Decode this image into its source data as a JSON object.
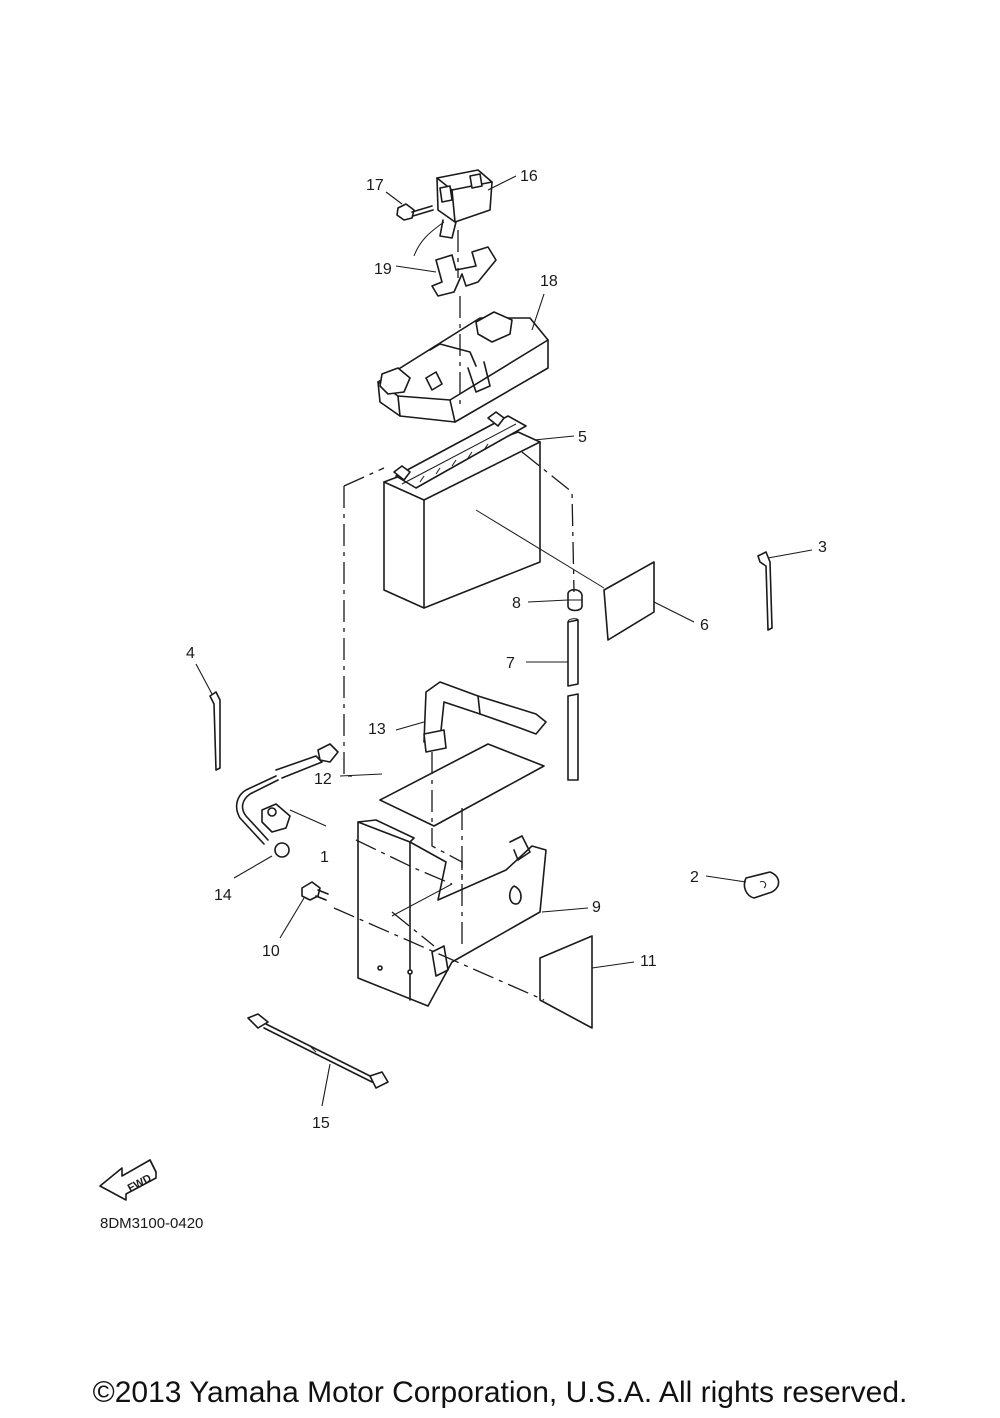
{
  "diagram_code": "8DM3100-0420",
  "copyright": "©2013 Yamaha Motor Corporation, U.S.A. All rights reserved.",
  "fwd_label": "FWD",
  "callouts": {
    "c1": "1",
    "c2": "2",
    "c3": "3",
    "c4": "4",
    "c5": "5",
    "c6": "6",
    "c7": "7",
    "c8": "8",
    "c9": "9",
    "c10": "10",
    "c11": "11",
    "c12": "12",
    "c13": "13",
    "c14": "14",
    "c15": "15",
    "c16": "16",
    "c17": "17",
    "c18": "18",
    "c19": "19"
  }
}
